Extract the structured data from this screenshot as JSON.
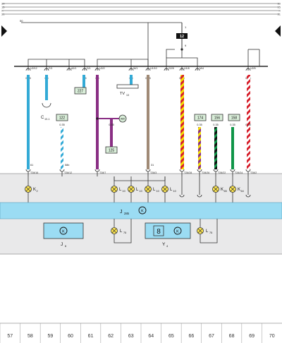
{
  "rails": [
    {
      "label": "30",
      "left_label": "30"
    },
    {
      "label": "15",
      "left_label": "15"
    },
    {
      "label": "X",
      "left_label": "X"
    },
    {
      "label": "31",
      "left_label": "31"
    }
  ],
  "supply": {
    "rail_label": "50",
    "fuse_top_pin": "1",
    "fuse_number": "12",
    "fuse_bottom_pin": "9"
  },
  "connectors": [
    {
      "code": "U2/12",
      "gauge": "0.35"
    },
    {
      "code": "F/3",
      "gauge": "0.5"
    },
    {
      "code": "A2/1",
      "gauge": ""
    },
    {
      "code": "D/1",
      "gauge": "0.5"
    },
    {
      "code": "U2/2",
      "gauge": "0.5"
    },
    {
      "code": "W/1",
      "gauge": "0.5"
    },
    {
      "code": "U1/10",
      "gauge": "0.35"
    },
    {
      "code": "G2/5",
      "gauge": ""
    },
    {
      "code": "U1/8",
      "gauge": "0.35"
    },
    {
      "code": "M/4",
      "gauge": ""
    },
    {
      "code": "U2/5",
      "gauge": "0.35"
    }
  ],
  "components": {
    "sensor_c": "C",
    "sensor_c_sub": "10-1",
    "box_227": "227",
    "box_122": "122",
    "box_125": "125",
    "node_a60": "A60",
    "tv13": "TV",
    "tv13_sub": "13",
    "box_174": "174",
    "box_156": "156",
    "box_158": "158"
  },
  "lower_gauges": [
    "0.35",
    "0.35",
    "0.35",
    "0.35",
    "0.35",
    "0.35"
  ],
  "small_labels": {
    "k_pin": "61",
    "b_pin": "58b",
    "mid_pin": "31"
  },
  "terminal_labels": [
    "T28/16",
    "T28/12",
    "T28/7",
    "T28/3",
    "T28/28",
    "T28/26",
    "T28/22",
    "T28/24",
    "T28/2"
  ],
  "lamps": [
    {
      "label": "K",
      "sub": "2"
    },
    {
      "label": "L",
      "sub": "10"
    },
    {
      "label": "L",
      "sub": "10"
    },
    {
      "label": "L",
      "sub": "10"
    },
    {
      "label": "L",
      "sub": "10"
    },
    {
      "label": "K",
      "sub": "65"
    },
    {
      "label": "K",
      "sub": "64"
    }
  ],
  "bus": {
    "label": "J",
    "sub": "285"
  },
  "lower_components": {
    "j6": "J",
    "j6_sub": "6",
    "l75a": "L",
    "l75a_sub": "75",
    "display": "8",
    "y4": "Y",
    "y4_sub": "4",
    "l75b": "L",
    "l75b_sub": "75"
  },
  "ruler": [
    "57",
    "58",
    "59",
    "60",
    "61",
    "62",
    "63",
    "64",
    "65",
    "66",
    "67",
    "68",
    "69",
    "70"
  ],
  "colors": {
    "blue": "#33aad6",
    "purple": "#8a2f84",
    "brown": "#a08a76",
    "yellow": "#f3e000",
    "red": "#d7202c",
    "green": "#0f9548",
    "box_fill": "#d9eed9",
    "panel_gray": "#e9e9ea",
    "bus_blue": "#9bdcf3",
    "lamp_yellow": "#ffe74f"
  }
}
